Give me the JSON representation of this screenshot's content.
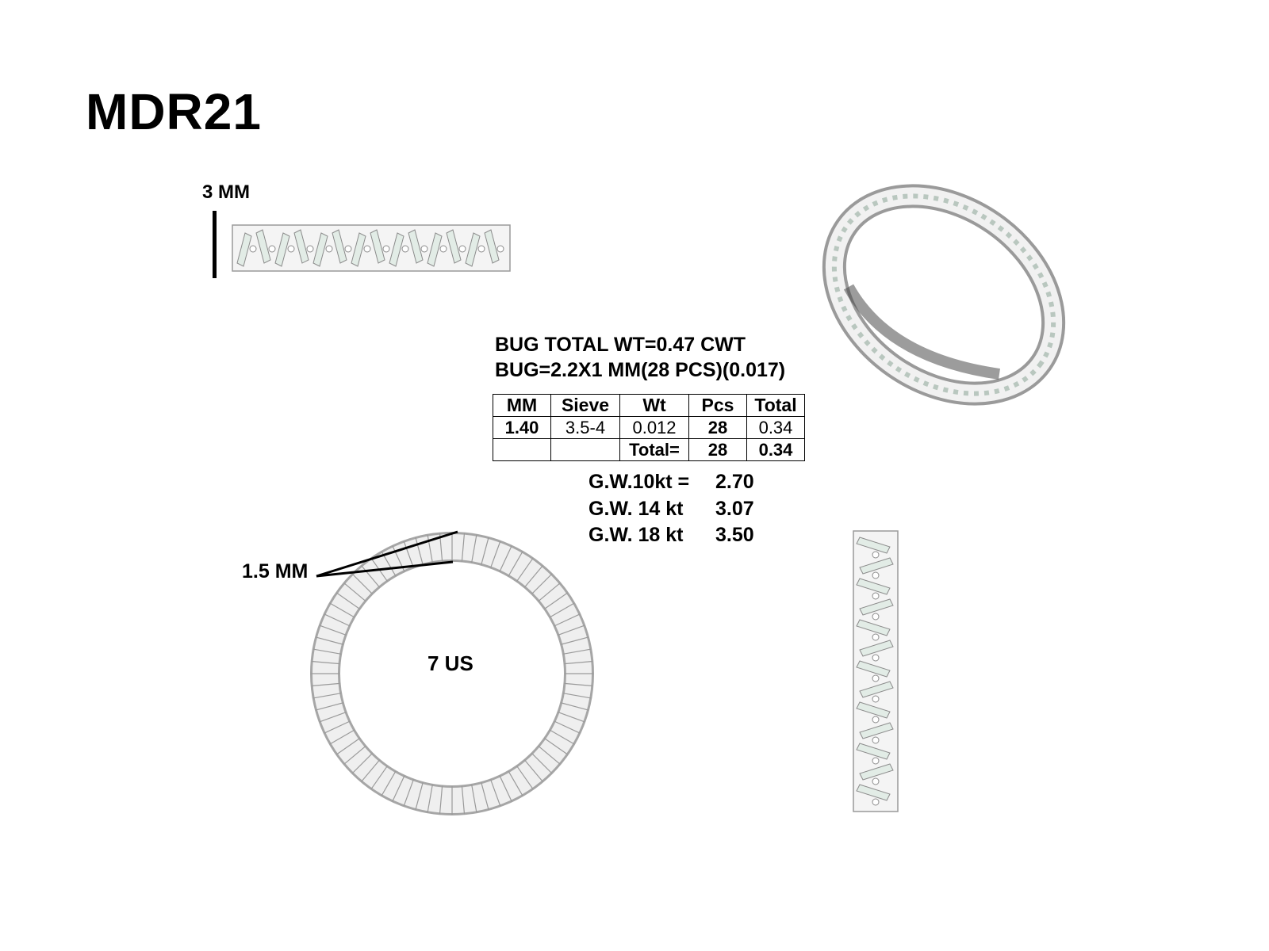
{
  "title": "MDR21",
  "dimensions": {
    "width_label": "3 MM",
    "thickness_label": "1.5 MM",
    "size_label": "7 US"
  },
  "specs": {
    "bug_total": "BUG TOTAL WT=0.47 CWT",
    "bug_size": "BUG=2.2X1 MM(28 PCS)(0.017)"
  },
  "stone_table": {
    "headers": [
      "MM",
      "Sieve",
      "Wt",
      "Pcs",
      "Total"
    ],
    "row": [
      "1.40",
      "3.5-4",
      "0.012",
      "28",
      "0.34"
    ],
    "total_label": "Total=",
    "total_pcs": "28",
    "total_wt": "0.34"
  },
  "gold_weights": [
    {
      "label": "G.W.10kt =",
      "value": "2.70"
    },
    {
      "label": "G.W. 14 kt",
      "value": "3.07"
    },
    {
      "label": "G.W. 18 kt",
      "value": "3.50"
    }
  ],
  "colors": {
    "metal": "#e6e6e6",
    "metal_shadow": "#8a8a8a",
    "stone": "#dfe9e3",
    "ink": "#000000"
  }
}
